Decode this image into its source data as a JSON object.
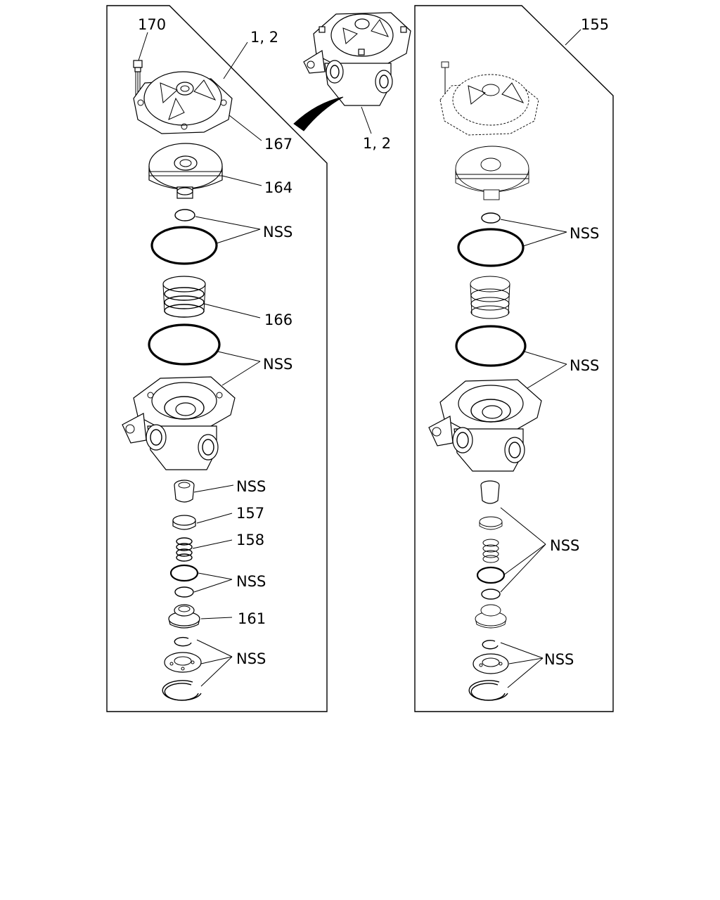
{
  "labels": {
    "left_panel_top": "1, 2",
    "center_valve": "1, 2",
    "right_panel_top": "155",
    "bolt": "170",
    "cover": "167",
    "piston": "164",
    "spring": "166",
    "valve_seat": "157",
    "small_spring": "158",
    "retainer": "161",
    "nss": "NSS"
  }
}
